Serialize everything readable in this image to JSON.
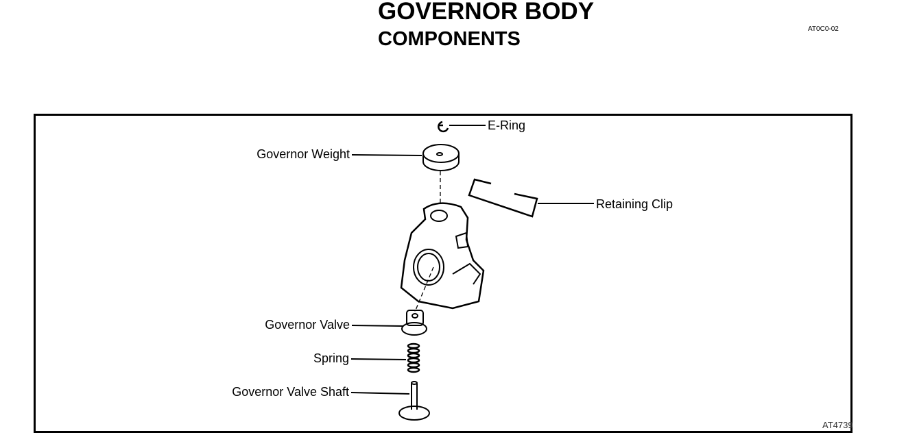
{
  "header": {
    "title": "GOVERNOR BODY",
    "subtitle": "COMPONENTS",
    "code": "AT0C0-02"
  },
  "diagram": {
    "labels": {
      "e_ring": "E-Ring",
      "governor_weight": "Governor Weight",
      "retaining_clip": "Retaining Clip",
      "governor_valve": "Governor Valve",
      "spring": "Spring",
      "governor_valve_shaft": "Governor Valve Shaft"
    },
    "figure_id": "AT4739"
  }
}
